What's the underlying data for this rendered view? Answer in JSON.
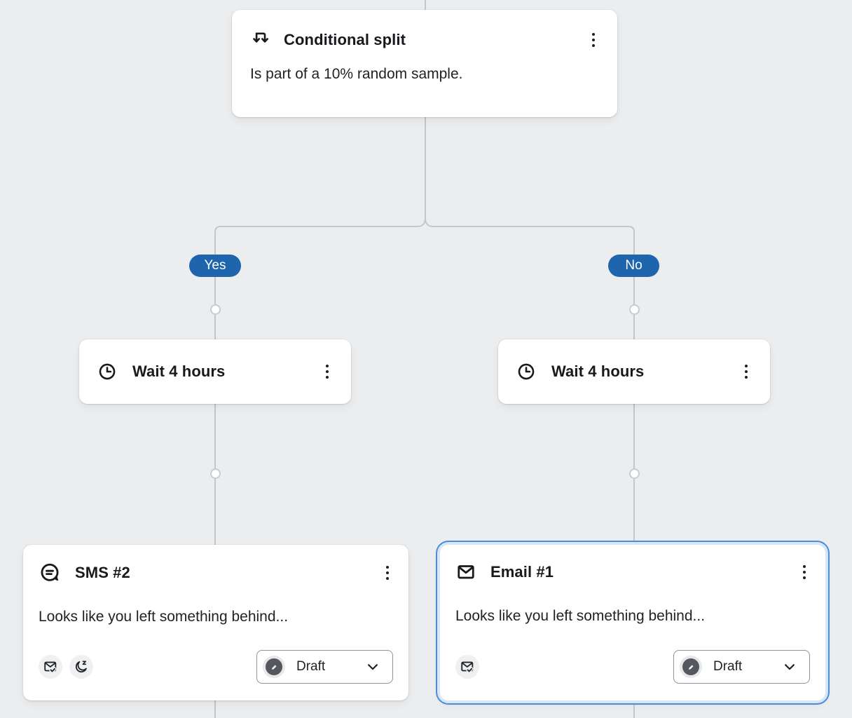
{
  "colors": {
    "canvas_background": "#ebedef",
    "connector_line": "#c3c6ca",
    "branch_badge_blue": "#1e65ae",
    "selection_border_blue": "#4c8ed5",
    "selection_halo_blue": "#d8e7f7",
    "card_background": "#ffffff",
    "status_dot_gray": "#54575c"
  },
  "conditional_split": {
    "title": "Conditional split",
    "description": "Is part of a 10% random sample.",
    "icon": "split-arrows-icon",
    "menu_icon": "kebab-menu-icon"
  },
  "branches": {
    "yes_label": "Yes",
    "no_label": "No"
  },
  "wait_left": {
    "title": "Wait 4 hours",
    "icon": "clock-icon",
    "menu_icon": "kebab-menu-icon"
  },
  "wait_right": {
    "title": "Wait 4 hours",
    "icon": "clock-icon",
    "menu_icon": "kebab-menu-icon"
  },
  "sms": {
    "title": "SMS #2",
    "preview": "Looks like you left something behind...",
    "icon": "sms-bubble-icon",
    "badge_icons": [
      "smart-sending-envelope-check-icon",
      "quiet-hours-moon-icon"
    ],
    "status_label": "Draft",
    "status_icon": "pencil-icon",
    "dropdown_icon": "chevron-down-icon"
  },
  "email": {
    "title": "Email #1",
    "preview": "Looks like you left something behind...",
    "icon": "envelope-icon",
    "badge_icons": [
      "smart-sending-envelope-check-icon"
    ],
    "status_label": "Draft",
    "status_icon": "pencil-icon",
    "dropdown_icon": "chevron-down-icon",
    "selected": true
  }
}
